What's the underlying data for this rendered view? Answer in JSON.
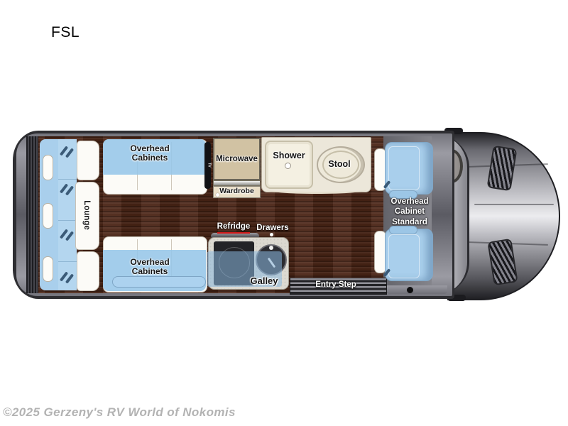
{
  "page": {
    "title": "FSL",
    "watermark": "©2025 Gerzeny's RV World of Nokomis"
  },
  "floorplan": {
    "labels": {
      "lounge": "Lounge",
      "overhead_cabinets": "Overhead Cabinets",
      "tv": "TV",
      "microwave": "Microwave",
      "wardrobe": "Wardrobe",
      "shower": "Shower",
      "stool": "Stool",
      "overhead_cabinet_standard": "Overhead Cabinet Standard",
      "refridge": "Refridge",
      "drawers": "Drawers",
      "galley": "Galley",
      "entry_step": "Entry Step"
    },
    "colors": {
      "seat_blue": "#a9cfec",
      "overlay_blue": "#96c6e9",
      "floor_brown": "#4b2516",
      "cushion_white": "#fcfbf7",
      "microwave_tan": "#d1c2a3",
      "wardrobe_tan": "#eadfc8",
      "bath_cream": "#ece7da",
      "body_dark": "#2e2e32",
      "step_stripe_light": "#93939b",
      "step_stripe_dark": "#232327",
      "refridge_underline": "#d51a1a"
    }
  }
}
